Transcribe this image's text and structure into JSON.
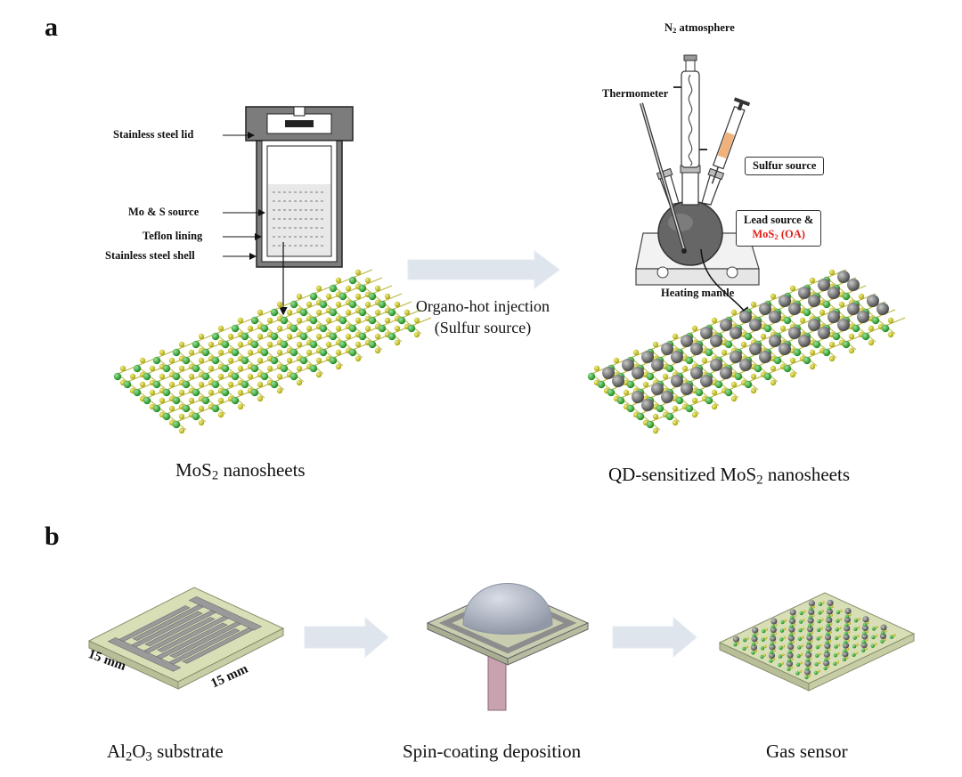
{
  "panel_a": {
    "letter": "a",
    "autoclave_labels": {
      "lid": "Stainless steel lid",
      "source": "Mo & S source",
      "lining": "Teflon lining",
      "shell": "Stainless steel shell"
    },
    "arrow_caption_line1": "Organo-hot  injection",
    "arrow_caption_line2": "(Sulfur source)",
    "flask_labels": {
      "n2": "N",
      "n2_sub": "2",
      "n2_rest": " atmosphere",
      "thermometer": "Thermometer",
      "sulfur": "Sulfur source",
      "lead": "Lead source &",
      "mos2": "MoS",
      "mos2_sub": "2",
      "mos2_rest": " (OA)",
      "mantle": "Heating mantle"
    },
    "caption_left_pre": "MoS",
    "caption_left_sub": "2",
    "caption_left_post": " nanosheets",
    "caption_right_pre": "QD-sensitized MoS",
    "caption_right_sub": "2",
    "caption_right_post": " nanosheets"
  },
  "panel_b": {
    "letter": "b",
    "dim1": "15 mm",
    "dim2": "15 mm",
    "caption1_pre": "Al",
    "caption1_sub1": "2",
    "caption1_mid": "O",
    "caption1_sub2": "3",
    "caption1_post": " substrate",
    "caption2": "Spin-coating deposition",
    "caption3": "Gas sensor"
  },
  "colors": {
    "arrow_fill": "#dfe5ec",
    "mo_green": "#3aa83a",
    "s_yellow": "#c9c520",
    "qd_gray": "#6e6e6e",
    "substrate": "#d8dfb6",
    "electrode": "#9a9a9a",
    "stand": "#c9a2b0",
    "label_red": "#e0201b"
  }
}
